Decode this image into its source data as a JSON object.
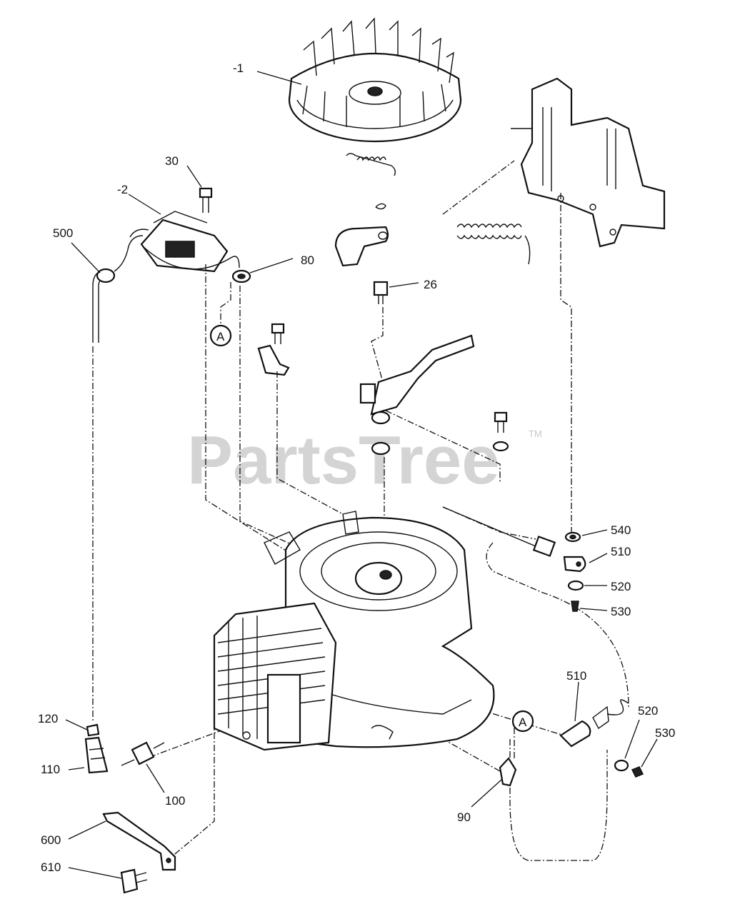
{
  "watermark": {
    "text": "PartsTree",
    "tm": "TM"
  },
  "callouts": [
    {
      "id": "-1",
      "text": "-1"
    },
    {
      "id": "30",
      "text": "30"
    },
    {
      "id": "-2",
      "text": "-2"
    },
    {
      "id": "500",
      "text": "500"
    },
    {
      "id": "80",
      "text": "80"
    },
    {
      "id": "26",
      "text": "26"
    },
    {
      "id": "A1",
      "text": "A"
    },
    {
      "id": "540",
      "text": "540"
    },
    {
      "id": "510a",
      "text": "510"
    },
    {
      "id": "520a",
      "text": "520"
    },
    {
      "id": "530a",
      "text": "530"
    },
    {
      "id": "510b",
      "text": "510"
    },
    {
      "id": "520b",
      "text": "520"
    },
    {
      "id": "530b",
      "text": "530"
    },
    {
      "id": "120",
      "text": "120"
    },
    {
      "id": "110",
      "text": "110"
    },
    {
      "id": "100",
      "text": "100"
    },
    {
      "id": "A2",
      "text": "A"
    },
    {
      "id": "90",
      "text": "90"
    },
    {
      "id": "600",
      "text": "600"
    },
    {
      "id": "610",
      "text": "610"
    }
  ]
}
